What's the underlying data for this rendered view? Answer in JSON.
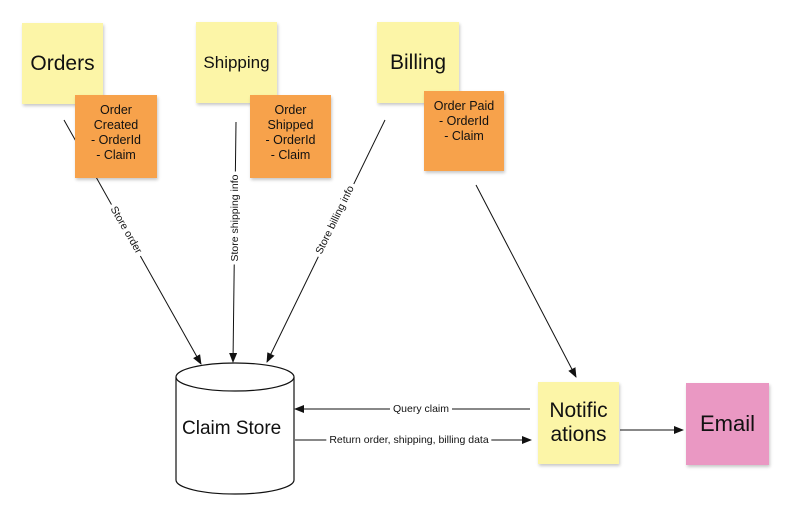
{
  "notes": {
    "orders": "Orders",
    "shipping": "Shipping",
    "billing": "Billing",
    "order_created": "Order\nCreated\n- OrderId\n- Claim",
    "order_shipped": "Order\nShipped\n- OrderId\n- Claim",
    "order_paid": "Order Paid\n- OrderId\n- Claim",
    "notifications": "Notific\nations",
    "email": "Email"
  },
  "store": {
    "label": "Claim Store"
  },
  "edges": {
    "store_order": "Store order",
    "store_shipping": "Store shipping info",
    "store_billing": "Store billing info",
    "query_claim": "Query  claim",
    "return_data": "Return order, shipping, billing data"
  },
  "colors": {
    "yellow": "#fcf5a7",
    "orange": "#f7a24b",
    "pink": "#ea98c3"
  }
}
